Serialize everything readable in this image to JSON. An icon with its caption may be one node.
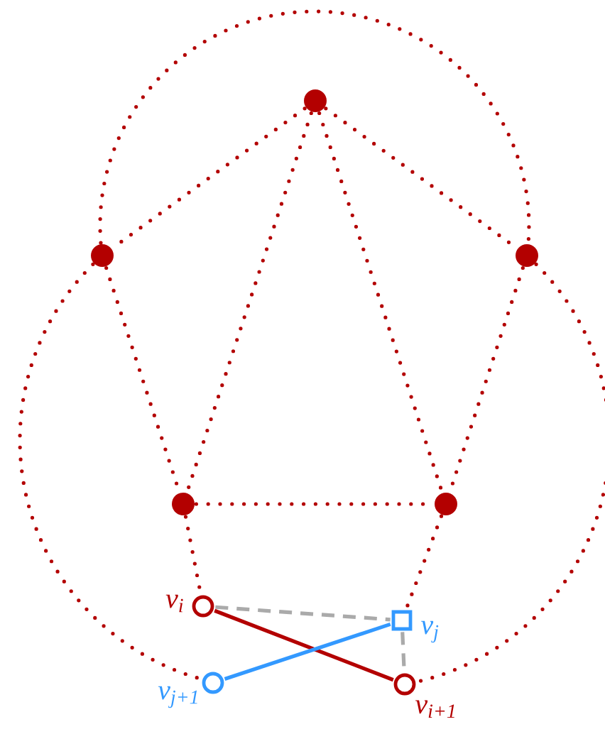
{
  "diagram": {
    "nodes": [
      {
        "text": [],
        "shape": "circle"
      },
      {
        "text": [],
        "shape": "circle"
      },
      {
        "text": [],
        "shape": "circle"
      },
      {
        "text": [],
        "shape": "circle"
      },
      {
        "text": [],
        "shape": "circle"
      },
      {
        "text": [],
        "shape": "circle",
        "beside": [
          "*v*$_{i}$"
        ]
      },
      {
        "text": [],
        "shape": "box",
        "beside": [
          "*v*$_{j}$"
        ]
      },
      {
        "text": [],
        "shape": "circle",
        "beside": [
          "*v*$_{j+1}$"
        ]
      },
      {
        "text": [],
        "shape": "circle",
        "beside": [
          "*v*$_{i+1}$"
        ]
      }
    ],
    "edges": [
      {
        "from": 0,
        "to": 1,
        "arrow": "none",
        "style": "dashed"
      },
      {
        "from": 0,
        "to": 2,
        "arrow": "none",
        "style": "dashed"
      },
      {
        "from": 0,
        "to": 3,
        "arrow": "none",
        "style": "dashed"
      },
      {
        "from": 0,
        "to": 4,
        "arrow": "none",
        "style": "dashed"
      },
      {
        "from": 1,
        "to": 2,
        "arrow": "none",
        "style": "dashed"
      },
      {
        "from": 1,
        "to": 3,
        "arrow": "none",
        "style": "dashed"
      },
      {
        "from": 2,
        "to": 4,
        "arrow": "none",
        "style": "dashed"
      },
      {
        "from": 3,
        "to": 4,
        "arrow": "none",
        "style": "dashed"
      },
      {
        "from": 1,
        "to": 7,
        "arrow": "none",
        "style": "dashed"
      },
      {
        "from": 2,
        "to": 8,
        "arrow": "none",
        "style": "dashed"
      },
      {
        "from": 3,
        "to": 5,
        "arrow": "none",
        "style": "dashed"
      },
      {
        "from": 4,
        "to": 6,
        "arrow": "none",
        "style": "dashed"
      },
      {
        "from": 5,
        "to": 6,
        "arrow": "none",
        "style": "dashed",
        "color": "#aaaaaa"
      },
      {
        "from": 6,
        "to": 8,
        "arrow": "none",
        "style": "dashed",
        "color": "#aaaaaa"
      },
      {
        "from": 5,
        "to": 8,
        "arrow": "none"
      },
      {
        "from": 6,
        "to": 7,
        "arrow": "none",
        "color": "#3399ff"
      }
    ]
  }
}
